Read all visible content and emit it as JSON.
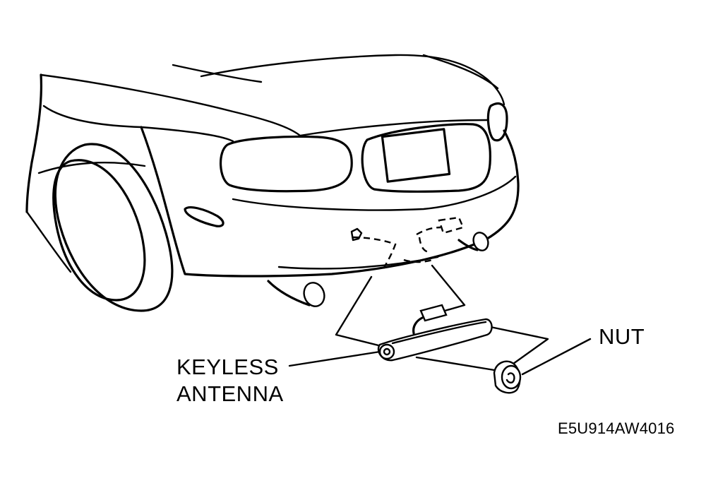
{
  "labels": {
    "keyless_line1": "KEYLESS",
    "keyless_line2": "ANTENNA",
    "nut": "NUT",
    "figure_code": "E5U914AW4016"
  },
  "colors": {
    "line": "#000000",
    "background": "#ffffff"
  }
}
